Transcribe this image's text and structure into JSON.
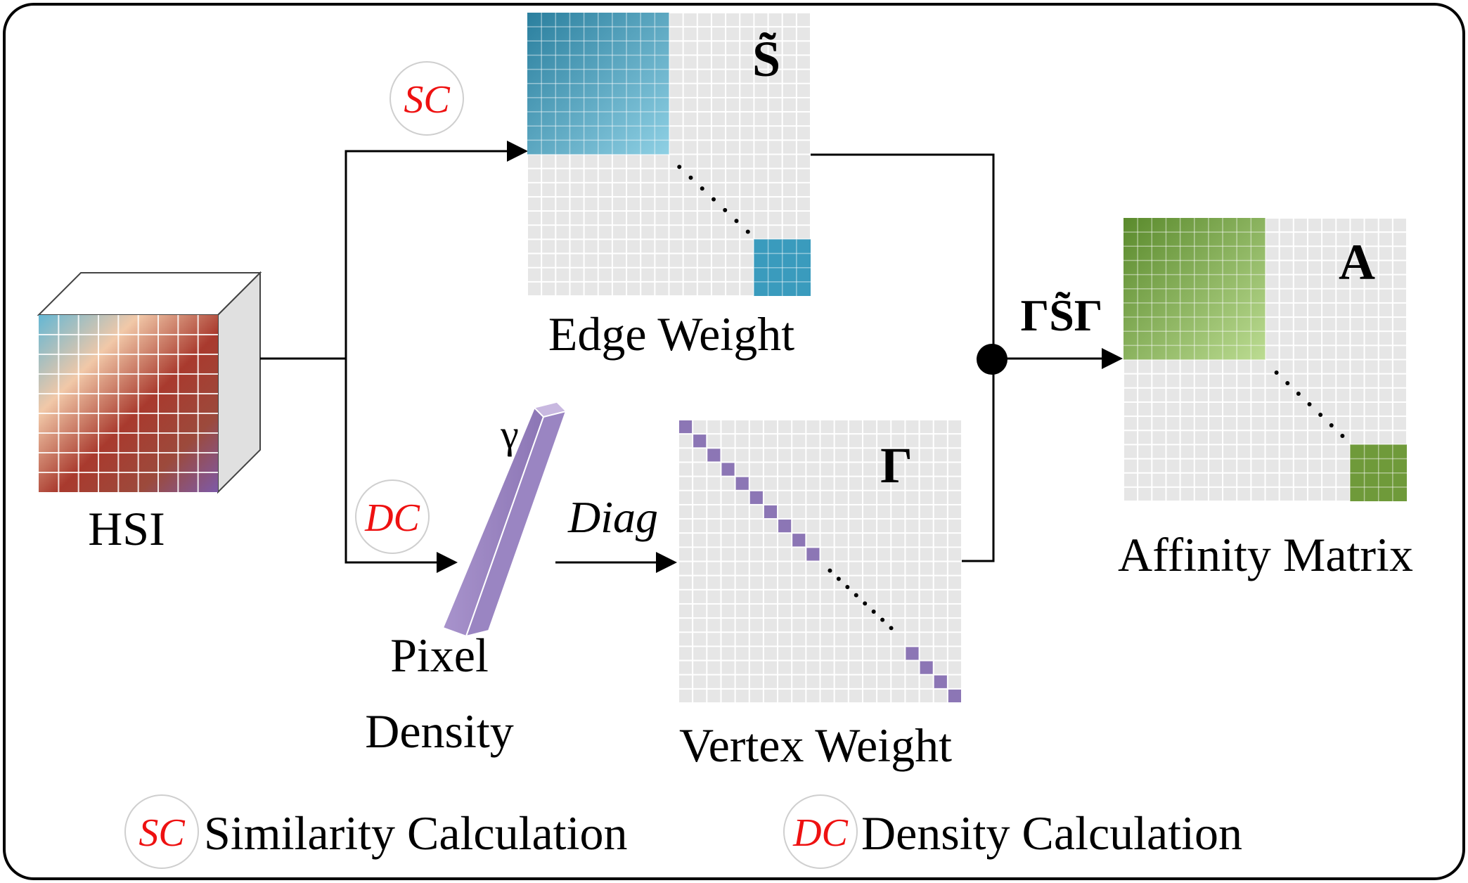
{
  "hsi": {
    "label": "HSI"
  },
  "edge_weight": {
    "symbol": "S̃",
    "label": "Edge Weight"
  },
  "vertex_weight": {
    "symbol": "Γ",
    "label": "Vertex Weight"
  },
  "affinity": {
    "symbol": "A",
    "label": "Affinity Matrix"
  },
  "pixel_density": {
    "symbol": "γ",
    "label_line1": "Pixel",
    "label_line2": "Density"
  },
  "operations": {
    "sc": "SC",
    "dc": "DC",
    "diag": "Diag",
    "combine": "ΓS̃Γ"
  },
  "legend": {
    "sc_badge": "SC",
    "sc_label": "Similarity Calculation",
    "dc_badge": "DC",
    "dc_label": "Density Calculation"
  },
  "colors": {
    "edge_blue": "#3a9bbd",
    "affinity_green": "#6f9a3a",
    "vertex_purple": "#8c76b5",
    "badge_red": "#ee1111",
    "grid_gray": "#e6e6e6"
  }
}
